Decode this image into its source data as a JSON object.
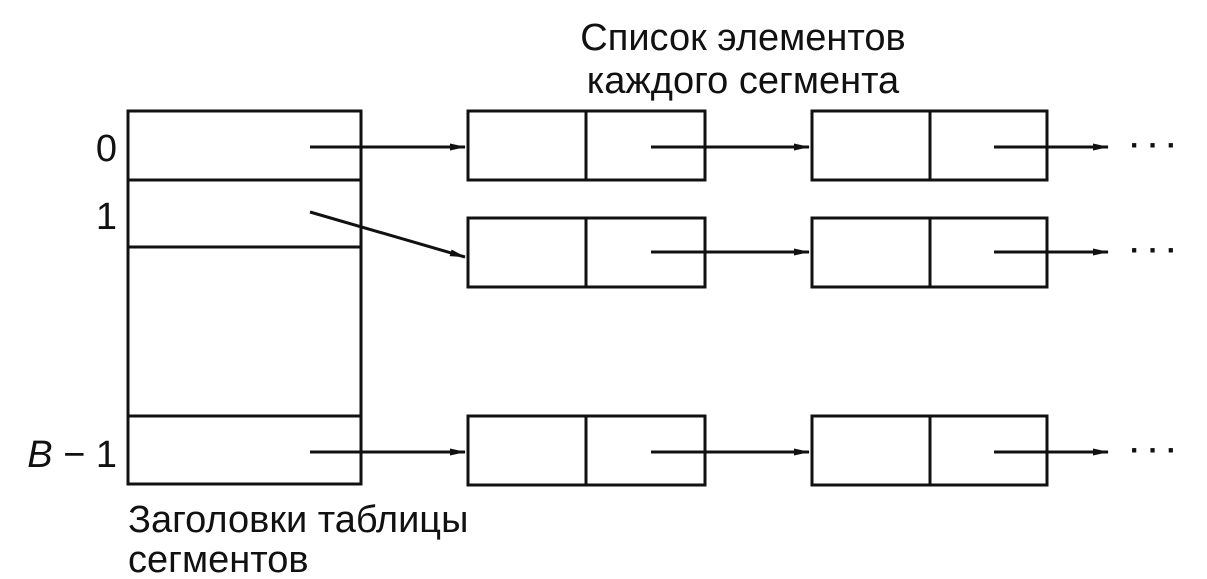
{
  "title_lines": [
    "Список элементов",
    "каждого сегмента"
  ],
  "row_labels": {
    "row0": "0",
    "row1": "1",
    "rowLast_var": "B",
    "rowLast_rest": " − 1"
  },
  "caption_lines": [
    "Заголовки таблицы",
    "сегментов"
  ],
  "ellipsis": "· · ·",
  "colors": {
    "stroke": "#111111",
    "background": "#ffffff"
  }
}
